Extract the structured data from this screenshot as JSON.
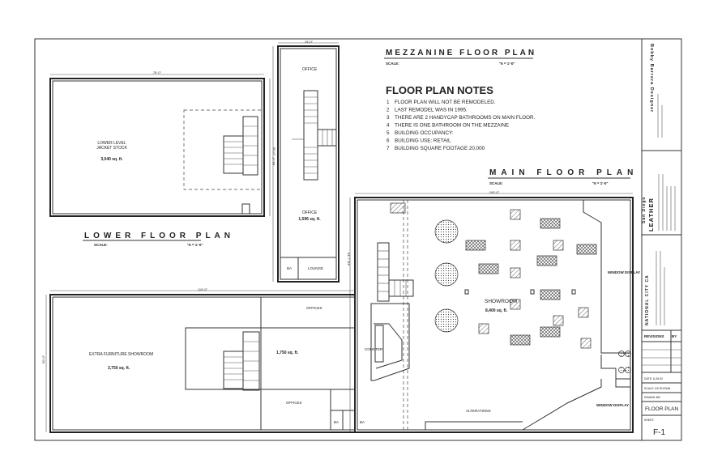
{
  "mezzanine": {
    "title": "MEZZANINE FLOOR PLAN",
    "scale_label": "SCALE:",
    "scale_value": "\"6 = 1'-0\"",
    "width_dim": "19'-0\"",
    "height_dim": "84'-0\"",
    "office_top": "OFFICE",
    "office": "OFFICE",
    "office_area": "1,596 sq. ft.",
    "ba": "BA",
    "lounge": "LOUNGE"
  },
  "notes": {
    "title": "FLOOR PLAN NOTES",
    "items": [
      {
        "num": "1",
        "text": "FLOOR PLAN WILL NOT BE REMODELED."
      },
      {
        "num": "2",
        "text": "LAST REMODEL WAS IN 1995."
      },
      {
        "num": "3",
        "text": "THERE ARE 2 HANDYCAP BATHROOMS ON MAIN FLOOR."
      },
      {
        "num": "4",
        "text": "THERE IS ONE  BATHROOM ON THE MEZZAINE"
      },
      {
        "num": "5",
        "text": "BUILDING OCCUPANCY:"
      },
      {
        "num": "6",
        "text": "BUILDING USE:  RETAIL"
      },
      {
        "num": "7",
        "text": "BUILDING SQUARE FOOTAGE 20,000"
      }
    ]
  },
  "lower": {
    "title": "LOWER FLOOR PLAN",
    "scale_label": "SCALE:",
    "scale_value": "\"6 = 1'-0\"",
    "width_dim": "76'-0\"",
    "height_dim": "50'-0\"",
    "room_line1": "LOWER LEVEL",
    "room_line2": "JACKET STOCK",
    "area": "3,040 sq. ft."
  },
  "main": {
    "title": "MAIN FLOOR PLAN",
    "scale_label": "SCALE:",
    "scale_value": "\"6 = 1'-0\"",
    "top_dim": "100'-0\"",
    "side_dim": "94'-7 3/4\"",
    "lower_width_dim": "110'-0\"",
    "lower_height_dim": "50'-0\"",
    "showroom": "SHOWROOM",
    "showroom_area": "8,400 sq. ft.",
    "window_display_right": "WINDOW DISPLAY",
    "window_display_bottom": "WINDOW DISPLAY",
    "counter": "COUNTER",
    "alterations": "ALTERATIONS",
    "offices_top": "OFFICES",
    "offices_bottom": "OFFICES",
    "extra_showroom": "EXTRA  FURNITURE SHOWROOM",
    "extra_area": "3,750 sq. ft.",
    "mid_area": "1,750 sq. ft.",
    "ba1": "BA",
    "ba2": "BA"
  },
  "title_block": {
    "designer": "Bobby Barrera Designer",
    "company_line1": "San Diego",
    "company_line2": "LEATHER",
    "city": "NATIONAL CITY CA",
    "revisions": "REVISIONS",
    "by": "BY",
    "date": "DATE:  6-26-92",
    "scale": "SCALE:  AS SHOWN",
    "drawn": "DRAWN:  BB",
    "sheet_title": "FLOOR PLAN",
    "sheet_label": "SHEET:",
    "sheet_number": "F-1"
  }
}
